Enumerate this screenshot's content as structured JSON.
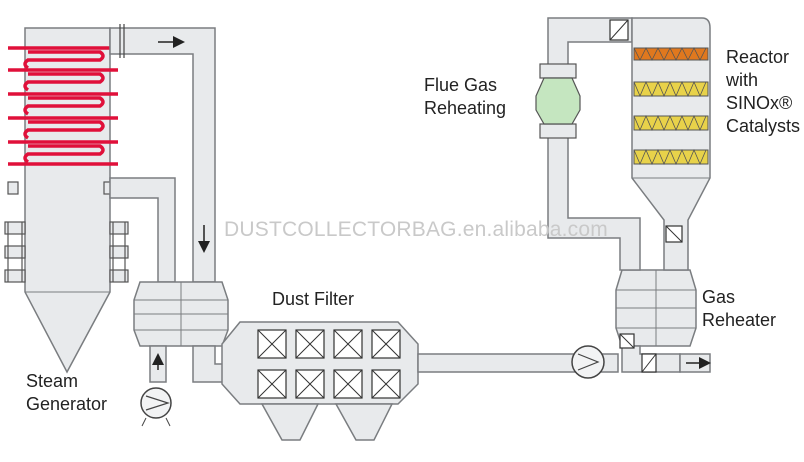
{
  "labels": {
    "flue_gas_line1": "Flue Gas",
    "flue_gas_line2": "Reheating",
    "reactor_line1": "Reactor",
    "reactor_line2": "with",
    "reactor_line3": "SINOx®",
    "reactor_line4": "Catalysts",
    "dust_filter": "Dust Filter",
    "gas_reheater_line1": "Gas",
    "gas_reheater_line2": "Reheater",
    "steam_line1": "Steam",
    "steam_line2": "Generator"
  },
  "watermark": "DUSTCOLLECTORBAG.en.alibaba.com",
  "colors": {
    "duct_fill": "#e8eaec",
    "duct_stroke": "#7a7d80",
    "heating_coil": "#e0103a",
    "catalyst_yellow": "#e8d24a",
    "catalyst_orange": "#e0781e",
    "reheating_green": "#c5e6c0"
  }
}
